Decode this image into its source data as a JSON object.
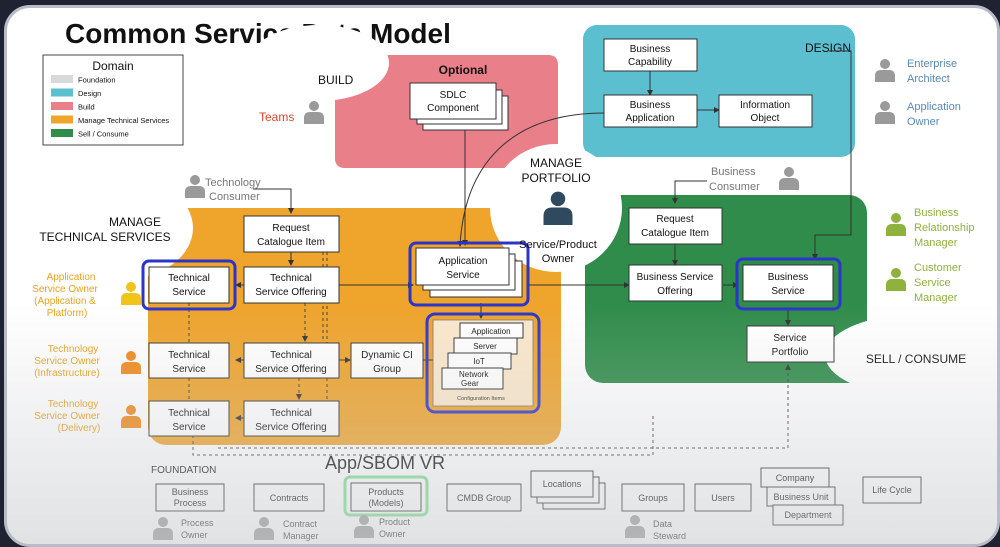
{
  "title": "Common Service Data Model",
  "legend": {
    "title": "Domain",
    "items": [
      {
        "label": "Foundation",
        "color": "#d9d9d9"
      },
      {
        "label": "Design",
        "color": "#5bbfd0"
      },
      {
        "label": "Build",
        "color": "#e97f88"
      },
      {
        "label": "Manage Technical Services",
        "color": "#efa42c"
      },
      {
        "label": "Sell / Consume",
        "color": "#2f8c4a"
      }
    ]
  },
  "regions": {
    "build": "BUILD",
    "design": "DESIGN",
    "manage_technical_services": [
      "MANAGE",
      "TECHNICAL SERVICES"
    ],
    "manage_portfolio": [
      "MANAGE",
      "PORTFOLIO"
    ],
    "sell_consume": "SELL / CONSUME",
    "foundation": "FOUNDATION",
    "optional": "Optional"
  },
  "boxes": {
    "sdlc_component": [
      "SDLC",
      "Component"
    ],
    "business_capability": [
      "Business",
      "Capability"
    ],
    "business_application": [
      "Business",
      "Application"
    ],
    "information_object": [
      "Information",
      "Object"
    ],
    "request_catalogue_item_tech": [
      "Request",
      "Catalogue Item"
    ],
    "technical_service_1": [
      "Technical",
      "Service"
    ],
    "technical_service_offering_1": [
      "Technical",
      "Service Offering"
    ],
    "technical_service_2": [
      "Technical",
      "Service"
    ],
    "technical_service_offering_2": [
      "Technical",
      "Service Offering"
    ],
    "dynamic_ci_group": [
      "Dynamic CI",
      "Group"
    ],
    "technical_service_3": [
      "Technical",
      "Service"
    ],
    "technical_service_offering_3": [
      "Technical",
      "Service Offering"
    ],
    "application_service": [
      "Application",
      "Service"
    ],
    "request_catalogue_item_biz": [
      "Request",
      "Catalogue Item"
    ],
    "business_service_offering": [
      "Business Service",
      "Offering"
    ],
    "business_service": [
      "Business",
      "Service"
    ],
    "service_portfolio": [
      "Service",
      "Portfolio"
    ]
  },
  "config_items": {
    "stack": [
      "Application",
      "Server",
      "IoT",
      [
        "Network",
        "Gear"
      ]
    ],
    "caption": "Configuration Items"
  },
  "foundation": {
    "business_process": [
      "Business",
      "Process"
    ],
    "contracts": "Contracts",
    "products": [
      "Products",
      "(Models)"
    ],
    "products_tag": "App/SBOM VR",
    "cmdb_group": "CMDB Group",
    "locations": "Locations",
    "groups": "Groups",
    "users": "Users",
    "company": "Company",
    "business_unit": "Business Unit",
    "department": "Department",
    "life_cycle": "Life Cycle"
  },
  "roles": {
    "teams": "Teams",
    "enterprise_architect": [
      "Enterprise",
      "Architect"
    ],
    "application_owner": [
      "Application",
      "Owner"
    ],
    "technology_consumer": [
      "Technology",
      "Consumer"
    ],
    "business_consumer": [
      "Business",
      "Consumer"
    ],
    "service_product_owner": [
      "Service/Product",
      "Owner"
    ],
    "business_relationship_manager": [
      "Business",
      "Relationship",
      "Manager"
    ],
    "customer_service_manager": [
      "Customer",
      "Service",
      "Manager"
    ],
    "app_service_owner": [
      "Application",
      "Service Owner",
      "(Application &",
      "Platform)"
    ],
    "tech_service_owner_infra": [
      "Technology",
      "Service Owner",
      "(Infrastructure)"
    ],
    "tech_service_owner_delivery": [
      "Technology",
      "Service Owner",
      "(Delivery)"
    ],
    "process_owner": [
      "Process",
      "Owner"
    ],
    "contract_manager": [
      "Contract",
      "Manager"
    ],
    "product_owner": [
      "Product",
      "Owner"
    ],
    "data_steward": [
      "Data",
      "Steward"
    ]
  },
  "colors": {
    "foundation": "#d9d9d9",
    "design": "#5bbfd0",
    "build": "#e97f88",
    "manage": "#efa42c",
    "sell": "#2f8c4a",
    "highlight": "#2b35c9",
    "products_highlight": "#7fe08f",
    "person_gray": "#9a9a9a",
    "person_blue": "#2f4a5e",
    "person_orange": "#ef8a1c",
    "person_yellow": "#f0c419",
    "person_green": "#8fb13e",
    "text_orange": "#e8a21c",
    "text_red": "#e0452a",
    "text_blue": "#5a8ab0",
    "text_green": "#8fb13e"
  }
}
